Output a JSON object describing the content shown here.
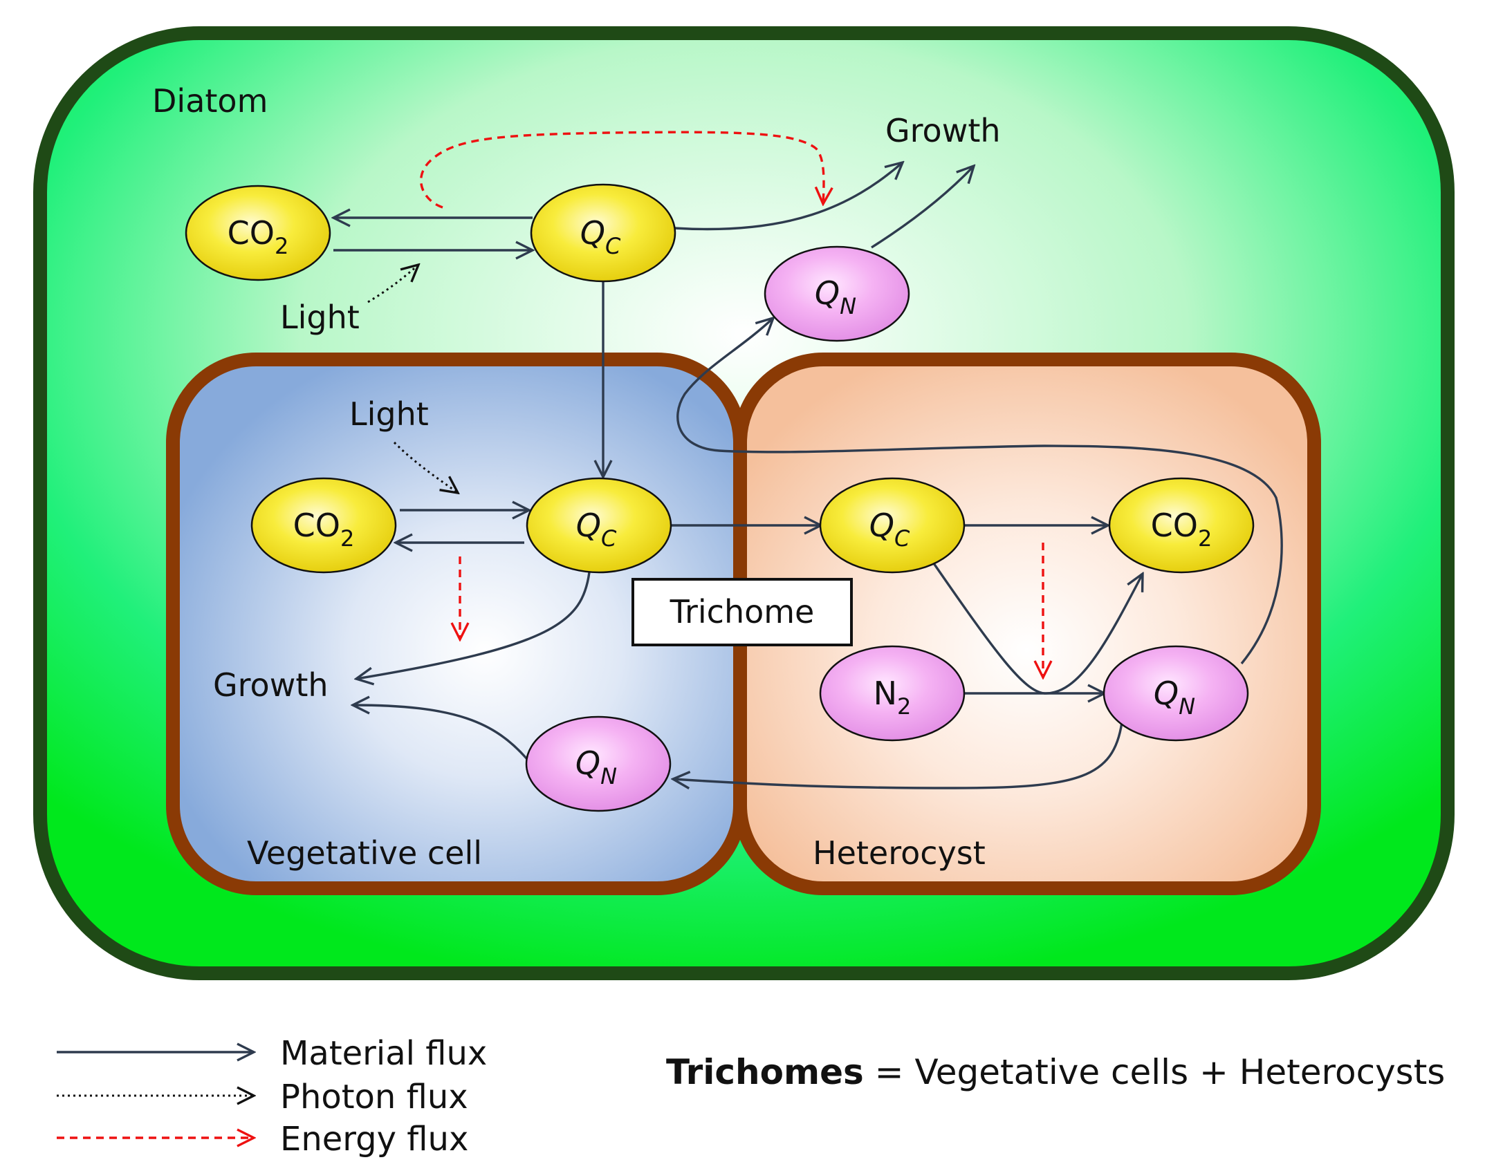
{
  "labels": {
    "diatom": "Diatom",
    "growth_diatom": "Growth",
    "light_diatom": "Light",
    "light_vegetative": "Light",
    "growth_vegetative": "Growth",
    "vegetative_cell": "Vegetative cell",
    "heterocyst": "Heterocyst",
    "trichome": "Trichome"
  },
  "nodes": {
    "diatom_co2": {
      "main": "CO",
      "sub": "2"
    },
    "diatom_qc": {
      "main": "Q",
      "sub": "C"
    },
    "diatom_qn": {
      "main": "Q",
      "sub": "N"
    },
    "veg_co2": {
      "main": "CO",
      "sub": "2"
    },
    "veg_qc": {
      "main": "Q",
      "sub": "C"
    },
    "veg_qn": {
      "main": "Q",
      "sub": "N"
    },
    "het_qc": {
      "main": "Q",
      "sub": "C"
    },
    "het_co2": {
      "main": "CO",
      "sub": "2"
    },
    "het_n2": {
      "main": "N",
      "sub": "2"
    },
    "het_qn": {
      "main": "Q",
      "sub": "N"
    }
  },
  "legend": {
    "material": "Material flux",
    "photon": "Photon flux",
    "energy": "Energy flux"
  },
  "equation": {
    "lhs": "Trichomes",
    "rhs": " = Vegetative cells + Heterocysts"
  },
  "colors": {
    "diatom_border": "#1f4a16",
    "diatom_fill": "#00ee22",
    "cell_border": "#8a3a05",
    "vegetative_fill": "#8fb1de",
    "heterocyst_fill": "#f6c7a8",
    "node_yellow": "#f5e31a",
    "node_pink": "#f3a8f0",
    "material_arrow": "#2e3b4e",
    "energy_arrow": "#ee1111"
  }
}
